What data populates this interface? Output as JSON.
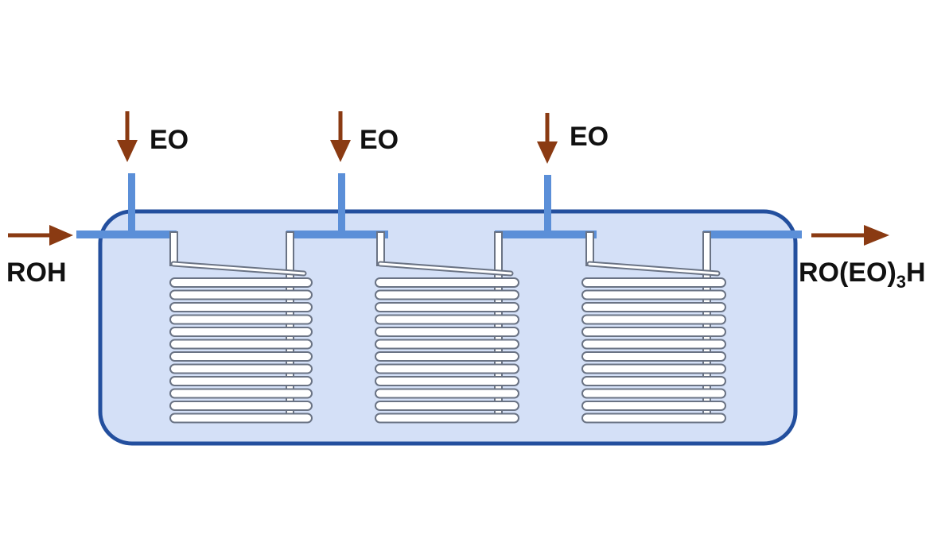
{
  "feeds": [
    {
      "label": "EO"
    },
    {
      "label": "EO"
    },
    {
      "label": "EO"
    }
  ],
  "inlet": {
    "label": "ROH"
  },
  "outlet": {
    "label_main": "RO(EO)",
    "label_sub": "3",
    "label_end": "H"
  },
  "colors": {
    "arrow": "#8a3a12",
    "vessel_fill": "#d4e0f7",
    "vessel_stroke": "#234f9e",
    "pipe": "#5b8fd8",
    "coil_stroke": "#6a7384",
    "coil_fill": "#ffffff",
    "text": "#111111"
  }
}
